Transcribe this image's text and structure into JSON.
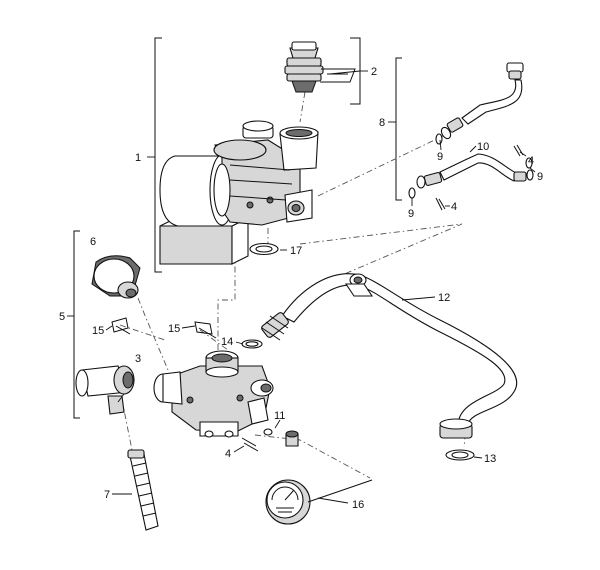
{
  "diagram": {
    "callouts": {
      "c1": "1",
      "c2": "2",
      "c3": "3",
      "c4a": "4",
      "c4b": "4",
      "c4c": "4",
      "c5": "5",
      "c6": "6",
      "c7": "7",
      "c8": "8",
      "c9a": "9",
      "c9b": "9",
      "c9c": "9",
      "c10": "10",
      "c11": "11",
      "c12": "12",
      "c13": "13",
      "c14": "14",
      "c15a": "15",
      "c15b": "15",
      "c16": "16",
      "c17": "17"
    }
  }
}
